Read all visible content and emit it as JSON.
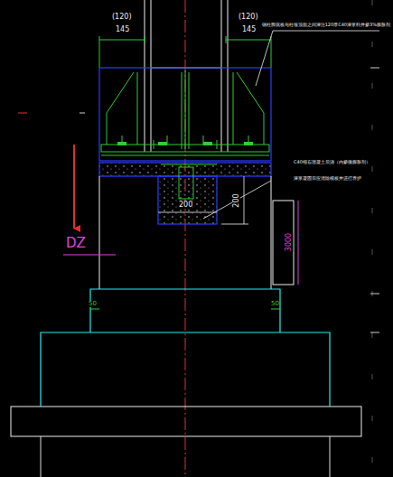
{
  "diagram": {
    "labels": [
      "(120)",
      "145",
      "(120)",
      "145",
      "钢柱脚底板与柱墩顶面之间灌注120厚C40灌浆料并掺3%膨胀剂",
      "C40细石混凝土后浇（内掺微膨胀剂）",
      "灌浆凝固后应清除模板并进行养护",
      "200",
      "200",
      "3000",
      "50",
      "50",
      "DZ"
    ]
  }
}
